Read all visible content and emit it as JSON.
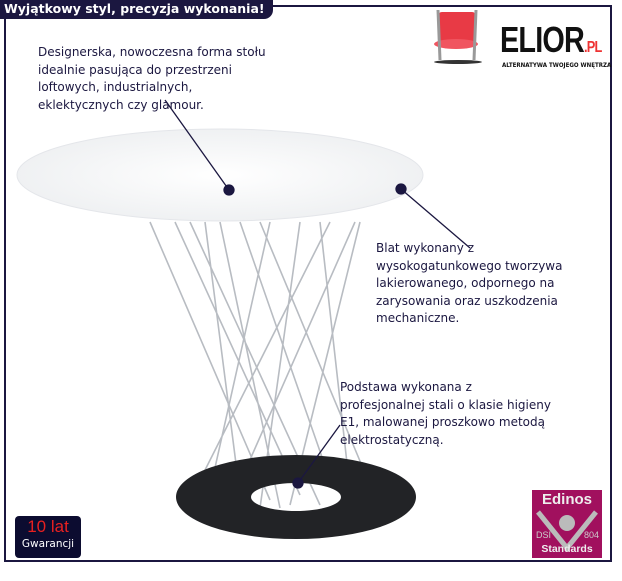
{
  "header": {
    "title": "Wyjątkowy styl, precyzja wykonania!"
  },
  "brand": {
    "name": "ELIOR",
    "suffix": ".PL",
    "tagline": "ALTERNATYWA TWOJEGO WNĘTRZA"
  },
  "annotations": [
    "Designerska, nowoczesna forma stołu\nidealnie pasująca do przestrzeni\nloftowych, industrialnych,\neklektycznych czy glamour.",
    "Blat wykonany z\nwysokogatunkowego tworzywa\nlakierowanego, odpornego na\nzarysowania oraz uszkodzenia\nmechaniczne.",
    "Podstawa wykonana z\nprofesjonalnej stali o klasie higieny\nE1, malowanej proszkowo metodą\nelektrostatyczną."
  ],
  "warranty": {
    "years": "10 lat",
    "label": "Gwarancji"
  },
  "certificate": {
    "name": "Edinos",
    "left": "DSI",
    "right": "804",
    "footer": "Standards"
  },
  "colors": {
    "navy": "#1b1740",
    "badge": "#a1105e"
  }
}
